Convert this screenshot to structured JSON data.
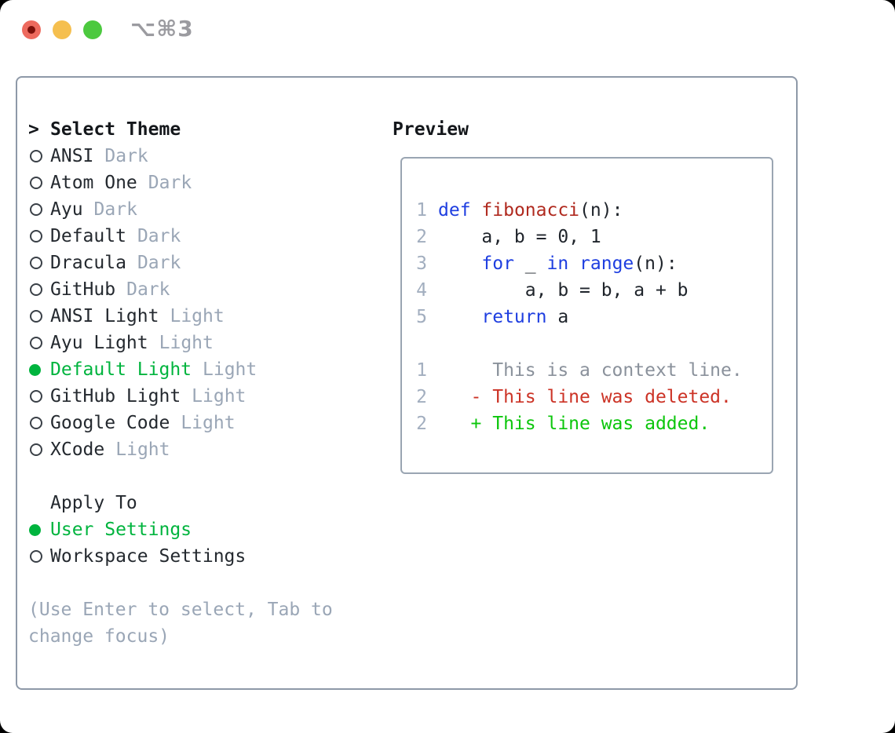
{
  "titlebar": {
    "shortcut": "⌥⌘3"
  },
  "left": {
    "header_marker": ">",
    "header_label": "Select Theme",
    "themes": [
      {
        "name": "ANSI",
        "tag": "Dark",
        "selected": false
      },
      {
        "name": "Atom One",
        "tag": "Dark",
        "selected": false
      },
      {
        "name": "Ayu",
        "tag": "Dark",
        "selected": false
      },
      {
        "name": "Default",
        "tag": "Dark",
        "selected": false
      },
      {
        "name": "Dracula",
        "tag": "Dark",
        "selected": false
      },
      {
        "name": "GitHub",
        "tag": "Dark",
        "selected": false
      },
      {
        "name": "ANSI Light",
        "tag": "Light",
        "selected": false
      },
      {
        "name": "Ayu Light",
        "tag": "Light",
        "selected": false
      },
      {
        "name": "Default Light",
        "tag": "Light",
        "selected": true
      },
      {
        "name": "GitHub Light",
        "tag": "Light",
        "selected": false
      },
      {
        "name": "Google Code",
        "tag": "Light",
        "selected": false
      },
      {
        "name": "XCode",
        "tag": "Light",
        "selected": false
      }
    ],
    "apply_label": "Apply To",
    "apply_options": [
      {
        "name": "User Settings",
        "selected": true
      },
      {
        "name": "Workspace Settings",
        "selected": false
      }
    ],
    "help": "(Use Enter to select, Tab to\nchange focus)"
  },
  "preview": {
    "label": "Preview",
    "lines": [
      {
        "num": "1",
        "segs": [
          {
            "t": "def",
            "c": "kw"
          },
          {
            "t": " ",
            "c": "pl"
          },
          {
            "t": "fibonacci",
            "c": "fn"
          },
          {
            "t": "(n):",
            "c": "pl"
          }
        ]
      },
      {
        "num": "2",
        "segs": [
          {
            "t": "    a, b = 0, 1",
            "c": "pl"
          }
        ]
      },
      {
        "num": "3",
        "segs": [
          {
            "t": "    ",
            "c": "pl"
          },
          {
            "t": "for",
            "c": "kw"
          },
          {
            "t": " _ ",
            "c": "pl"
          },
          {
            "t": "in",
            "c": "kw"
          },
          {
            "t": " ",
            "c": "pl"
          },
          {
            "t": "range",
            "c": "kw"
          },
          {
            "t": "(n):",
            "c": "pl"
          }
        ]
      },
      {
        "num": "4",
        "segs": [
          {
            "t": "        a, b = b, a + b",
            "c": "pl"
          }
        ]
      },
      {
        "num": "5",
        "segs": [
          {
            "t": "    ",
            "c": "pl"
          },
          {
            "t": "return",
            "c": "kw"
          },
          {
            "t": " a",
            "c": "pl"
          }
        ]
      },
      {
        "num": "",
        "segs": []
      },
      {
        "num": "1",
        "segs": [
          {
            "t": "     This is a context line.",
            "c": "ctx"
          }
        ]
      },
      {
        "num": "2",
        "segs": [
          {
            "t": "   - This line was deleted.",
            "c": "del"
          }
        ]
      },
      {
        "num": "2",
        "segs": [
          {
            "t": "   + This line was added.",
            "c": "add"
          }
        ]
      }
    ]
  },
  "colors": {
    "selected_green": "#00b43e",
    "added_green": "#0cc60c",
    "deleted_red": "#cc3326",
    "keyword_blue": "#1e3ee0",
    "function_red": "#b02a1f",
    "muted_gray": "#9aa6b6",
    "text_dark": "#24292f",
    "traffic_red": "#ed6a5e",
    "traffic_red_dot": "#7c100a",
    "traffic_yellow": "#f5bf4f",
    "traffic_green": "#4cc93f"
  }
}
